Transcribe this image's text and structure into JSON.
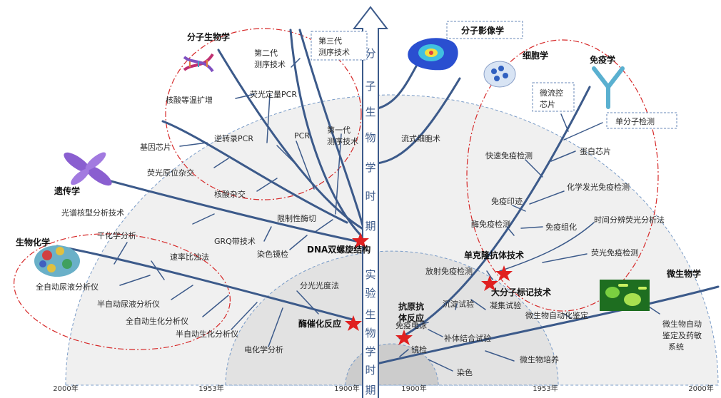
{
  "axis": {
    "era_molecular": "分子生物学时期",
    "era_experimental": "实验生物学时期",
    "ticks": [
      "2000年",
      "1953年",
      "1900年",
      "1900年",
      "1953年",
      "2000年"
    ]
  },
  "left": {
    "domains": {
      "molecular": "分子生物学",
      "genetics": "遗传学",
      "biochem": "生物化学"
    },
    "leaves": [
      "第二代测序技术",
      "第三代测序技术",
      "荧光定量PCR",
      "核酸等温扩增",
      "PCR",
      "第一代测序技术",
      "逆转录PCR",
      "基因芯片",
      "荧光原位杂交",
      "核酸杂交",
      "光谱核型分析技术",
      "限制性酶切",
      "GRQ带技术",
      "染色镜检",
      "电化学分析",
      "速率比浊法",
      "全自动尿液分析仪",
      "半自动尿液分析仪",
      "全自动生化分析仪",
      "半自动生化分析仪",
      "分光光度法"
    ],
    "bold": {
      "dna": "DNA双螺旋结构",
      "enzyme": "酶催化反应"
    }
  },
  "right": {
    "domains": {
      "imaging": "分子影像学",
      "cell": "细胞学",
      "immuno": "免疫学",
      "micro": "微生物学"
    },
    "leaves": [
      "流式细胞术",
      "微流控芯片",
      "单分子检测",
      "快速免疫检测",
      "蛋白芯片",
      "免疫印迹",
      "化学发光免疫检测",
      "酶免疫检测",
      "免疫组化",
      "时间分辨荧光分析法",
      "荧光免疫检测",
      "放射免疫检测",
      "沉淀试验",
      "凝集试验",
      "免疫电泳",
      "补体结合试验",
      "镜检",
      "染色",
      "微生物自动化鉴定",
      "微生物培养",
      "微生物自动鉴定及药敏系统"
    ],
    "bold": {
      "mono": "单克隆抗体技术",
      "macro": "大分子标记技术",
      "antigen": "抗原抗体反应"
    }
  },
  "colors": {
    "branch": "#3c5a8a",
    "dashed_red": "#d62828",
    "star": "#e02020",
    "outer_fill": "#f0f0f0",
    "mid_fill": "#e2e2e2",
    "inner_fill": "#cccccc"
  }
}
